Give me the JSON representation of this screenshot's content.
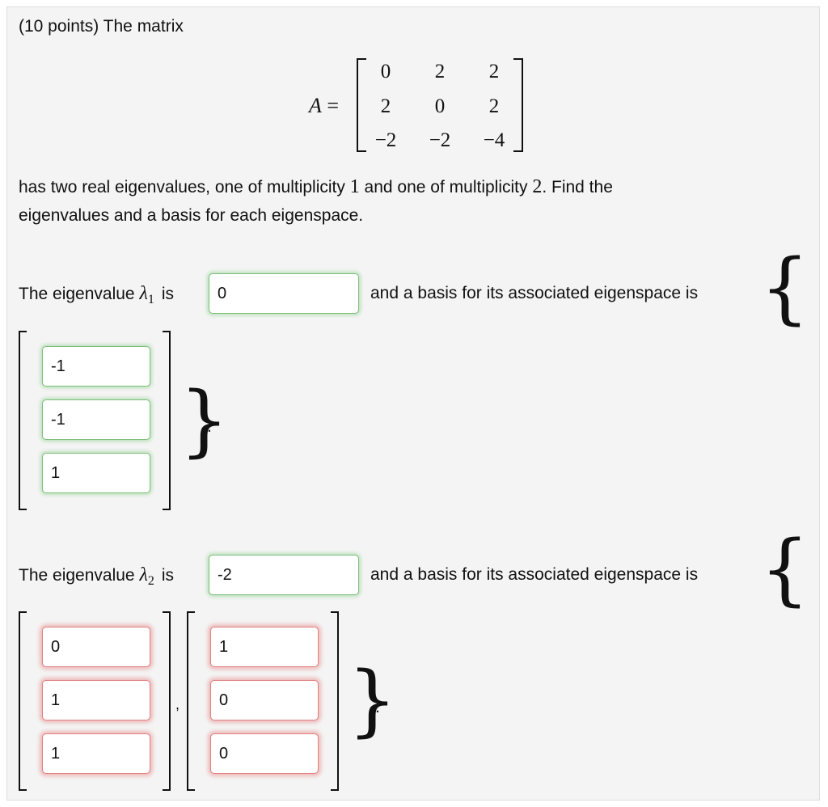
{
  "question": {
    "points_label": "(10 points) The matrix",
    "matrix_name": "A",
    "equals": "=",
    "matrix": [
      [
        "0",
        "2",
        "2"
      ],
      [
        "2",
        "0",
        "2"
      ],
      [
        "−2",
        "−2",
        "−4"
      ]
    ],
    "statement_part1": "has two real eigenvalues, one of multiplicity ",
    "multiplicity_1": "1",
    "statement_part2": " and one of multiplicity ",
    "multiplicity_2": "2",
    "statement_part3": ". Find the",
    "statement_line2": "eigenvalues and a basis for each eigenspace."
  },
  "part1": {
    "prefix": "The eigenvalue ",
    "lambda": "λ",
    "subscript": "1",
    "is_label": "is",
    "eigenvalue_value": "0",
    "basis_text": "and a basis for its associated eigenspace is",
    "vector": [
      "-1",
      "-1",
      "1"
    ],
    "status": "correct"
  },
  "part2": {
    "prefix": "The eigenvalue ",
    "lambda": "λ",
    "subscript": "2",
    "is_label": "is",
    "eigenvalue_value": "-2",
    "basis_text": "and a basis for its associated eigenspace is",
    "vector1": [
      "0",
      "1",
      "1"
    ],
    "vector2": [
      "1",
      "0",
      "0"
    ],
    "vector_separator": ",",
    "eigenvalue_status": "correct",
    "vector_status": "incorrect"
  },
  "symbols": {
    "open_brace": "{",
    "close_brace": "}",
    "period": "."
  },
  "colors": {
    "correct_border": "#7cbf7c",
    "incorrect_border": "#e08080",
    "panel_background": "#f4f4f4"
  }
}
